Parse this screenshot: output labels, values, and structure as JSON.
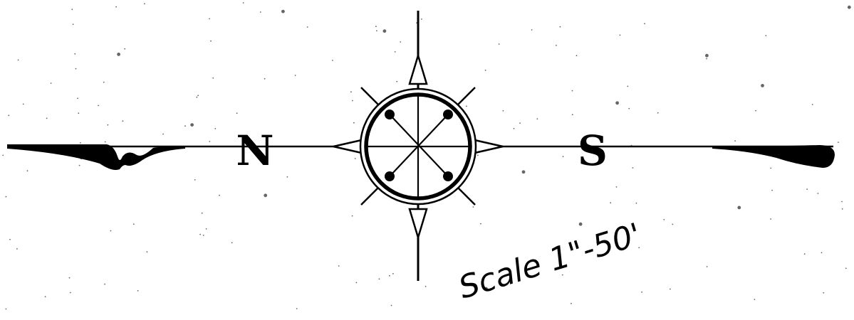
{
  "compass": {
    "north_letter": "N",
    "south_letter": "S",
    "rose_icon": "compass-rose-icon",
    "meridian_line": "north-south-line"
  },
  "scale": {
    "label": "Scale 1\"-50'"
  },
  "colors": {
    "ink": "#000000",
    "paper": "#ffffff"
  }
}
